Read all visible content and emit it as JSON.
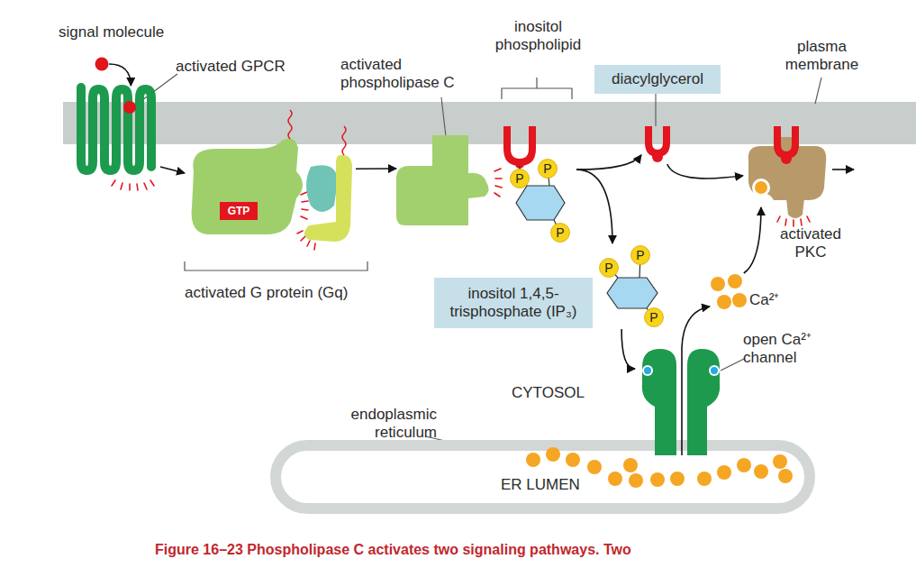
{
  "diagram": {
    "caption": "Figure 16–23 Phospholipase C activates two signaling pathways. Two",
    "nodes": [
      {
        "text": [
          "signal molecule"
        ]
      },
      {
        "text": [
          "activated GPCR"
        ]
      },
      {
        "text": [
          "activated G protein (Gq)"
        ]
      },
      {
        "text": [
          "GTP"
        ],
        "in": 2
      },
      {
        "text": [
          "activated phospholipase C"
        ]
      },
      {
        "text": [
          "inositol phospholipid"
        ]
      },
      {
        "text": [
          "P"
        ],
        "in": 5
      },
      {
        "text": [
          "P"
        ],
        "in": 5
      },
      {
        "text": [
          "P"
        ],
        "in": 5
      },
      {
        "text": [
          "diacylglycerol"
        ]
      },
      {
        "text": [
          "inositol 1,4,5-trisphosphate (IP₃)"
        ]
      },
      {
        "text": [
          "P"
        ],
        "in": 10
      },
      {
        "text": [
          "P"
        ],
        "in": 10
      },
      {
        "text": [
          "P"
        ],
        "in": 10
      },
      {
        "text": [
          "activated PKC"
        ]
      },
      {
        "text": [
          "Ca²⁺"
        ]
      },
      {
        "text": [
          "ER LUMEN",
          "endoplasmic reticulum"
        ]
      },
      {
        "text": [
          "open Ca²⁺ channel"
        ]
      }
    ],
    "edges": [
      {
        "from": 0,
        "to": 1,
        "arrow": "to"
      },
      {
        "from": 1,
        "to": 2,
        "arrow": "to"
      },
      {
        "from": 2,
        "to": 4,
        "arrow": "to"
      },
      {
        "from": 5,
        "to": 9,
        "arrow": "to"
      },
      {
        "from": 9,
        "to": 14,
        "arrow": "to"
      },
      {
        "from": 5,
        "to": 10,
        "arrow": "to"
      },
      {
        "from": 10,
        "to": 17,
        "arrow": "to"
      },
      {
        "from": 17,
        "to": 15,
        "arrow": "to"
      },
      {
        "from": 15,
        "to": 14,
        "arrow": "to"
      }
    ],
    "labels": [
      "plasma membrane",
      "CYTOSOL"
    ]
  }
}
